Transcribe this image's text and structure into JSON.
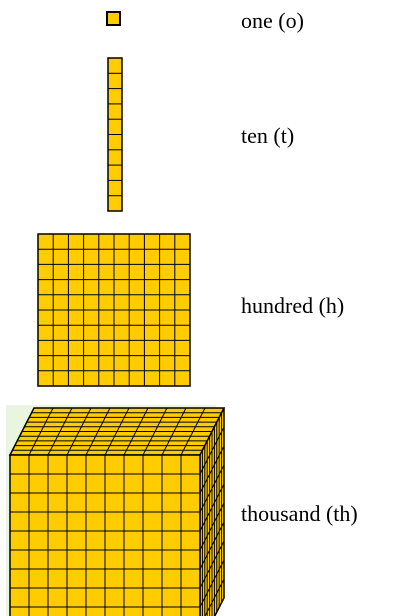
{
  "colors": {
    "block_fill": "#FFCC00",
    "block_stroke": "#000000",
    "cube_background": "#EAF5E1"
  },
  "blocks": [
    {
      "name": "one",
      "label": "one (o)",
      "units": 1
    },
    {
      "name": "ten",
      "label": "ten (t)",
      "units": 10
    },
    {
      "name": "hundred",
      "label": "hundred (h)",
      "units": 100
    },
    {
      "name": "thousand",
      "label": "thousand (th)",
      "units": 1000
    }
  ]
}
